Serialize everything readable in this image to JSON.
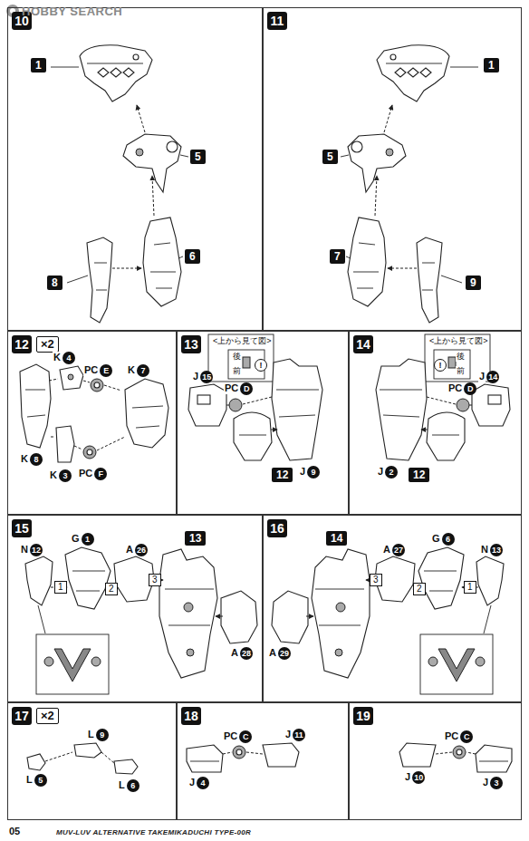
{
  "diagram": {
    "nodes": [
      {
        "text": [
          "10"
        ]
      },
      {
        "text": [
          "11"
        ]
      },
      {
        "text": [
          "12",
          "×2"
        ]
      },
      {
        "text": [
          "13"
        ]
      },
      {
        "text": [
          "14"
        ]
      },
      {
        "text": [
          "15"
        ]
      },
      {
        "text": [
          "16"
        ]
      },
      {
        "text": [
          "17",
          "×2"
        ]
      },
      {
        "text": [
          "18"
        ]
      },
      {
        "text": [
          "19"
        ]
      }
    ],
    "labels": [
      "HOBBY SEARCH",
      "1",
      "5",
      "6",
      "8",
      "1",
      "5",
      "7",
      "9",
      "K",
      "4",
      "PC",
      "E",
      "K",
      "7",
      "K",
      "8",
      "K",
      "3",
      "PC",
      "F",
      "<上から見て図>",
      "後",
      "前",
      "!",
      "J",
      "15",
      "PC",
      "D",
      "12",
      "J",
      "9",
      "<上から見て図>",
      "後",
      "前",
      "!",
      "PC",
      "D",
      "J",
      "14",
      "J",
      "2",
      "12",
      "N",
      "12",
      "G",
      "1",
      "A",
      "26",
      "13",
      "1",
      "2",
      "3",
      "A",
      "28",
      "14",
      "A",
      "27",
      "G",
      "6",
      "N",
      "13",
      "3",
      "2",
      "1",
      "A",
      "29",
      "L",
      "9",
      "L",
      "5",
      "L",
      "6",
      "PC",
      "C",
      "J",
      "11",
      "J",
      "4",
      "PC",
      "C",
      "J",
      "3",
      "J",
      "10",
      "05",
      "MUV-LUV ALTERNATIVE TAKEMIKADUCHI TYPE-00R"
    ]
  }
}
